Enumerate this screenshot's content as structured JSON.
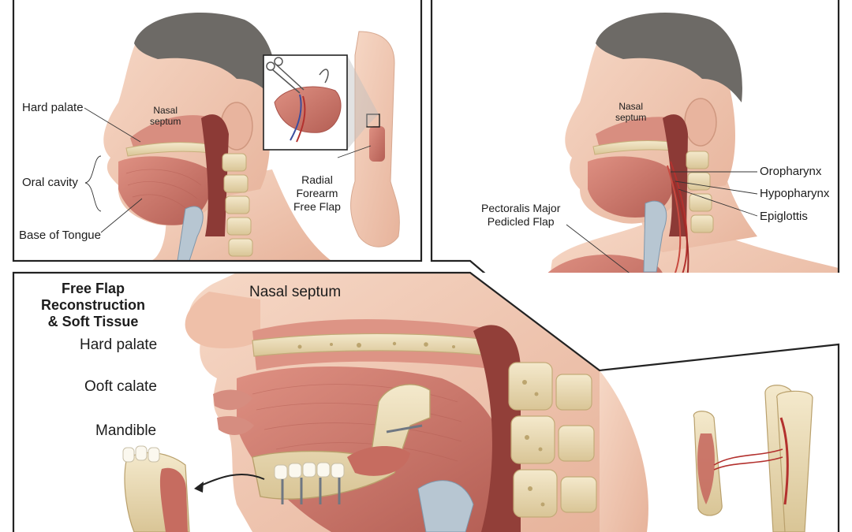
{
  "panel_top_left": {
    "labels": {
      "hard_palate": "Hard palate",
      "nasal_septum": "Nasal\nseptum",
      "oral_cavity": "Oral cavity",
      "base_of_tongue": "Base of Tongue",
      "radial_forearm_free_flap": "Radial\nForearm\nFree Flap"
    }
  },
  "panel_top_right": {
    "labels": {
      "nasal_septum": "Nasal\nseptum",
      "oropharynx": "Oropharynx",
      "hypopharynx": "Hypopharynx",
      "epiglottis": "Epiglottis",
      "pectoralis_major_pedicled_flap": "Pectoralis Major\nPedicled Flap"
    }
  },
  "panel_bottom": {
    "title": "Free Flap\nReconstruction\n& Soft Tissue",
    "labels": {
      "nasal_septum": "Nasal septum",
      "hard_palate": "Hard palate",
      "soft_palate": "Ooft calate",
      "mandible": "Mandible"
    }
  },
  "colors": {
    "skin": "#f2cdb9",
    "skin_shadow": "#e2ab93",
    "hair": "#6d6a66",
    "muscle": "#cc7668",
    "muscle_dark": "#a94c44",
    "bone": "#ede0bd",
    "bone_shadow": "#cdb988",
    "border": "#222222"
  }
}
